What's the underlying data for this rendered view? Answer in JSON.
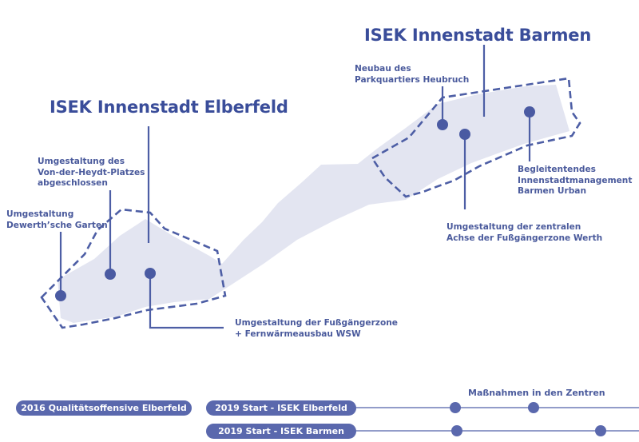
{
  "colors": {
    "area_fill": "#e3e5f1",
    "accent": "#3a4d9a",
    "pill": "#5a68ad",
    "line": "#6f7bb7"
  },
  "titles": {
    "elberfeld": "ISEK Innenstadt Elberfeld",
    "barmen": "ISEK Innenstadt Barmen"
  },
  "measures": {
    "dewerth": "Umgestaltung\nDewerth’sche Garten",
    "von_der_heydt": "Umgestaltung des\nVon-der-Heydt-Platzes\nabgeschlossen",
    "fussgaengerzone_elberfeld": "Umgestaltung der Fußgängerzone\n+ Fernwärmeausbau WSW",
    "parkquartier": "Neubau des\nParkquartiers Heubruch",
    "werth": "Umgestaltung der zentralen\nAchse der Fußgängerzone Werth",
    "management": "Begleitentendes\nInnenstadtmanagement\nBarmen Urban"
  },
  "timeline": {
    "pill_2016": "2016 Qualitätsoffensive Elberfeld",
    "pill_2019_elberfeld": "2019   Start - ISEK Elberfeld",
    "pill_2019_barmen": "2019   Start - ISEK Barmen",
    "section_title": "Maßnahmen in den Zentren"
  }
}
